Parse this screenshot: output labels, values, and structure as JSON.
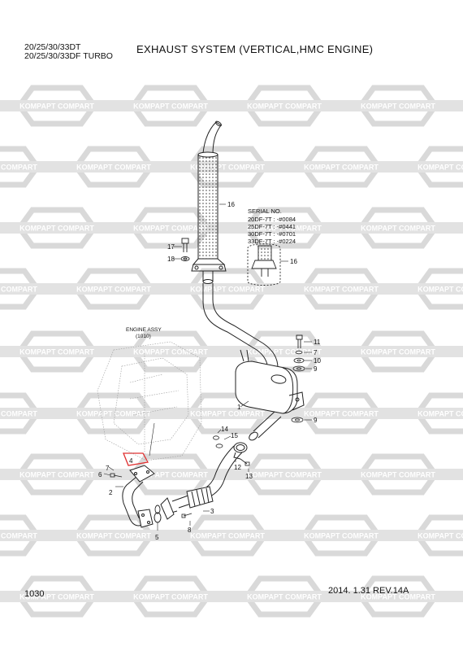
{
  "header": {
    "model_line1": "20/25/30/33DT",
    "model_line2": "20/25/30/33DF TURBO",
    "title": "EXHAUST SYSTEM (VERTICAL,HMC ENGINE)"
  },
  "watermark": {
    "text": "KOMPAPT COMPART"
  },
  "engine_label": {
    "line1": "ENGINE ASSY",
    "line2": "(1010)"
  },
  "serial_box": {
    "heading": "SERIAL NO.",
    "rows": [
      "20DF-7T : -#0084",
      "25DF-7T : -#0441",
      "30DF-7T : -#0701",
      "33DF-7T : -#0224"
    ]
  },
  "callouts": {
    "c16a": "16",
    "c16b": "16",
    "c17": "17",
    "c18": "18",
    "c11": "11",
    "c7b": "7",
    "c10": "10",
    "c9a": "9",
    "c9b": "9",
    "c1": "1",
    "c14": "14",
    "c15": "15",
    "c12": "12",
    "c13": "13",
    "c4": "4",
    "c6": "6",
    "c7a": "7",
    "c2": "2",
    "c5": "5",
    "c8": "8",
    "c3": "3"
  },
  "footer": {
    "page": "1030",
    "revision": "2014. 1.31  REV.14A"
  },
  "colors": {
    "line": "#222222",
    "watermark": "#d9d9d9",
    "highlight": "#e03030"
  }
}
